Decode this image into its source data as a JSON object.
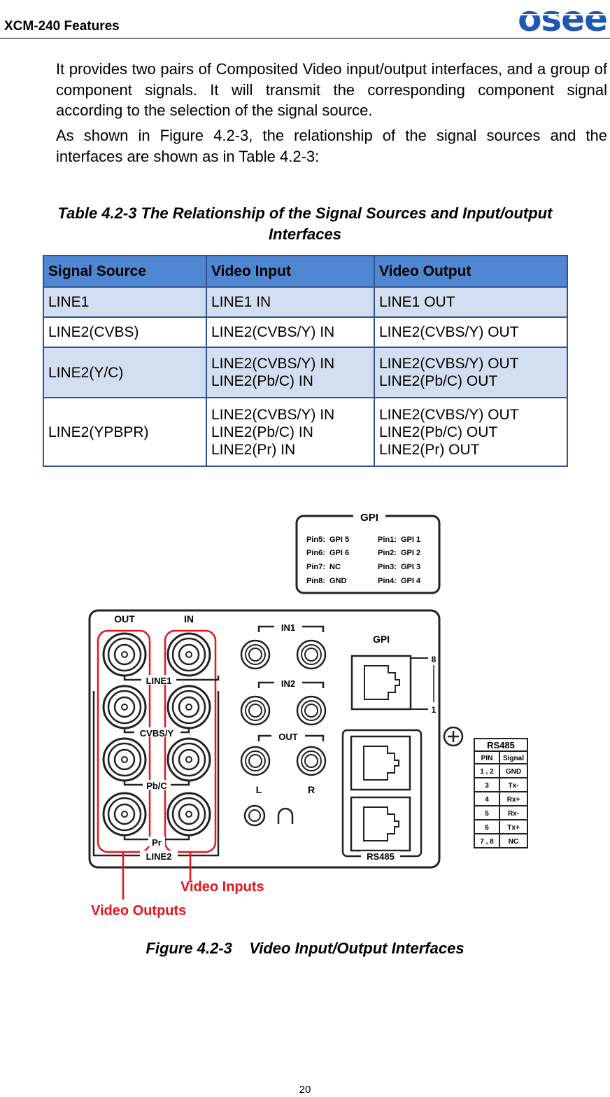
{
  "header": {
    "title": "XCM-240 Features",
    "logo_text": "osee"
  },
  "paragraphs": [
    "It provides two pairs of Composited Video input/output interfaces, and a group of component signals. It will transmit the corresponding component signal according to the selection of the signal source.",
    "As shown in Figure 4.2-3, the relationship of the signal sources and the interfaces are shown as in Table 4.2-3:"
  ],
  "table_caption": {
    "line1": "Table 4.2-3    The Relationship of the Signal Sources and Input/output",
    "line2": "Interfaces"
  },
  "table": {
    "headers": [
      "Signal Source",
      "Video Input",
      "Video Output"
    ],
    "rows": [
      {
        "source": "LINE1",
        "input": [
          "LINE1 IN"
        ],
        "output": [
          "LINE1 OUT"
        ]
      },
      {
        "source": "LINE2(CVBS)",
        "input": [
          "LINE2(CVBS/Y) IN"
        ],
        "output": [
          "LINE2(CVBS/Y) OUT"
        ]
      },
      {
        "source": "LINE2(Y/C)",
        "input": [
          "LINE2(CVBS/Y) IN",
          "LINE2(Pb/C) IN"
        ],
        "output": [
          "LINE2(CVBS/Y) OUT",
          "LINE2(Pb/C) OUT"
        ]
      },
      {
        "source": "LINE2(YPBPR)",
        "input": [
          "LINE2(CVBS/Y) IN",
          "LINE2(Pb/C) IN",
          "LINE2(Pr) IN"
        ],
        "output": [
          "LINE2(CVBS/Y) OUT",
          "LINE2(Pb/C) OUT",
          "LINE2(Pr) OUT"
        ]
      }
    ]
  },
  "figure": {
    "gpi_box": {
      "title": "GPI",
      "left_pins": [
        "Pin5:  GPI 5",
        "Pin6:  GPI 6",
        "Pin7:  NC",
        "Pin8:  GND"
      ],
      "right_pins": [
        "Pin1:  GPI 1",
        "Pin2:  GPI 2",
        "Pin3:  GPI 3",
        "Pin4:  GPI 4"
      ]
    },
    "panel": {
      "out": "OUT",
      "in": "IN",
      "line1": "LINE1",
      "cvbs_y": "CVBS/Y",
      "pb_c": "Pb/C",
      "pr": "Pr",
      "line2": "LINE2",
      "in1": "IN1",
      "in2": "IN2",
      "audio_out": "OUT",
      "l": "L",
      "r": "R",
      "gpi": "GPI",
      "pin8": "8",
      "pin1": "1",
      "rs485": "RS485"
    },
    "rs485_table": {
      "title": "RS485",
      "headers": [
        "PIN",
        "Signal"
      ],
      "rows": [
        [
          "1 , 2",
          "GND"
        ],
        [
          "3",
          "Tx-"
        ],
        [
          "4",
          "Rx+"
        ],
        [
          "5",
          "Rx-"
        ],
        [
          "6",
          "Tx+"
        ],
        [
          "7 , 8",
          "NC"
        ]
      ]
    },
    "annotations": {
      "video_inputs": "Video Inputs",
      "video_outputs": "Video Outputs"
    },
    "colors": {
      "highlight": "#e8141d",
      "logo": "#1f57b5"
    }
  },
  "figure_caption": "Figure 4.2-3    Video Input/Output Interfaces",
  "page_number": "20"
}
